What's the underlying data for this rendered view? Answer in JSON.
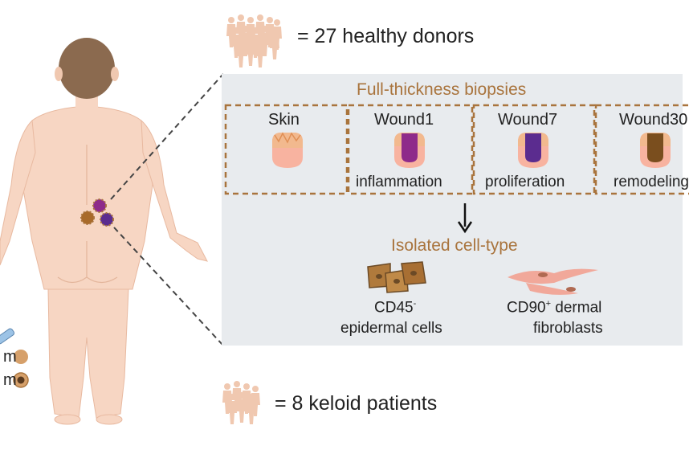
{
  "donors": {
    "label": "= 27 healthy donors"
  },
  "patients": {
    "label": "= 8 keloid patients"
  },
  "panel": {
    "title": "Full-thickness biopsies",
    "samples": [
      {
        "name": "Skin",
        "stage": "",
        "color": "#f2b98e"
      },
      {
        "name": "Wound1",
        "stage": "inflammation",
        "color": "#8e2a8a"
      },
      {
        "name": "Wound7",
        "stage": "proliferation",
        "color": "#5b2c8f"
      },
      {
        "name": "Wound30",
        "stage": "remodeling",
        "color": "#7a4e1e"
      }
    ],
    "isolated_title": "Isolated cell-type",
    "cell_types": [
      {
        "line1": "CD45",
        "sup": "-",
        "line2": "epidermal cells"
      },
      {
        "line1": "CD90",
        "sup": "+",
        "line1_suffix": " dermal",
        "line2": "fibroblasts"
      }
    ]
  },
  "legend": {
    "items": [
      "m",
      "m"
    ]
  },
  "colors": {
    "accent": "#a9743d",
    "panel_bg": "#e8ebee",
    "skin": "#f7d6c3",
    "hair": "#8b6a4f"
  }
}
